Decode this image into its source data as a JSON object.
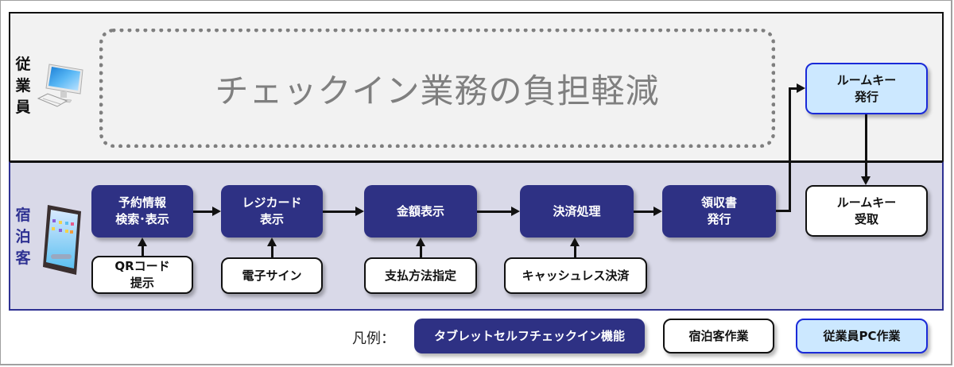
{
  "lanes": {
    "staff": {
      "label": "従\n業\n員",
      "icon": "desktop-pc-icon"
    },
    "guest": {
      "label": "宿\n泊\n客",
      "icon": "tablet-icon"
    }
  },
  "goal": {
    "text": "チェックイン業務の負担軽減"
  },
  "flow": {
    "steps": [
      {
        "id": "reservation",
        "label": "予約情報\n検索･表示",
        "type": "tablet"
      },
      {
        "id": "regcard",
        "label": "レジカード\n表示",
        "type": "tablet"
      },
      {
        "id": "amount",
        "label": "金額表示",
        "type": "tablet"
      },
      {
        "id": "payment",
        "label": "決済処理",
        "type": "tablet"
      },
      {
        "id": "receipt",
        "label": "領収書\n発行",
        "type": "tablet"
      }
    ],
    "inputs": [
      {
        "label": "QRコード\n提示",
        "type": "guest"
      },
      {
        "label": "電子サイン",
        "type": "guest"
      },
      {
        "label": "支払方法指定",
        "type": "guest"
      },
      {
        "label": "キャッシュレス決済",
        "type": "guest"
      }
    ],
    "key_issue": {
      "label": "ルームキー\n発行",
      "type": "staffpc"
    },
    "key_receive": {
      "label": "ルームキー\n受取",
      "type": "guest"
    }
  },
  "legend": {
    "label": "凡例：",
    "items": [
      {
        "label": "タブレットセルフチェックイン機能",
        "type": "tablet"
      },
      {
        "label": "宿泊客作業",
        "type": "guest"
      },
      {
        "label": "従業員PC作業",
        "type": "staffpc"
      }
    ]
  },
  "colors": {
    "tablet": "#2e3184",
    "guest_box": "#ffffff",
    "staffpc": "#cce8ff",
    "staffpc_border": "#1a2ad8",
    "guest_lane": "#d9d9e8",
    "staff_lane": "#f2f2f2",
    "goal_text": "#7f7f7f"
  }
}
